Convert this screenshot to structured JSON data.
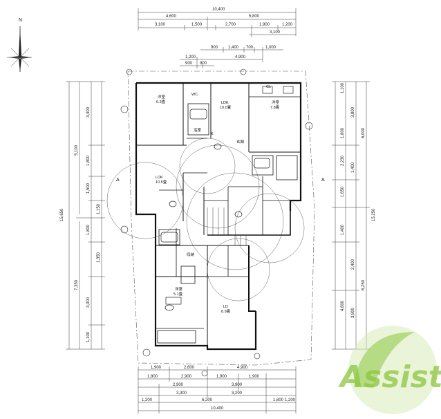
{
  "compass": {
    "label": "N"
  },
  "dimensions": {
    "top_total": "10,400",
    "top_left": "4,600",
    "top_right": "5,800",
    "top_row2": [
      "3,100",
      "1,500",
      "2,700",
      "1,900",
      "1,200"
    ],
    "top_row3": "3,100",
    "top_row4": [
      "900",
      "1,400",
      "700",
      "1,000"
    ],
    "top_row5": [
      "1,200",
      "4,900"
    ],
    "top_row6": [
      "900",
      "900"
    ],
    "bottom_total": "10,400",
    "bottom_row1": [
      "1,900",
      "2,600",
      "4,900"
    ],
    "bottom_row2": [
      "1,800",
      "2,900",
      "1,900",
      "1,900"
    ],
    "bottom_row3": [
      "2,900",
      "3,900"
    ],
    "bottom_row4": [
      "3,300",
      "3,200"
    ],
    "bottom_row5": [
      "1,200",
      "6,200",
      "1,800",
      "1,200"
    ],
    "left_total": "15,650",
    "left_upper": "5,100",
    "left_lower": "7,350",
    "left_segments": [
      "3,400",
      "1,800",
      "1,500",
      "1,800",
      "1,150",
      "1,350",
      "3,000",
      "1,100"
    ],
    "right_total": "15,250",
    "right_upper": "6,000",
    "right_lower": "6,250",
    "right_segments": [
      "1,100",
      "3,800",
      "1,800",
      "2,230",
      "1,400",
      "1,650",
      "1,400",
      "2,400",
      "4,800",
      "3,800"
    ]
  },
  "rooms": {
    "ldk_upper": "LDK",
    "ldk_upper_area": "10.0畳",
    "ldk_left": "LDK",
    "ldk_left_area": "10.5畳",
    "washitsu": "洋室",
    "washitsu_area": "7.8畳",
    "room_upper_left": "洋室",
    "room_upper_left_area": "6.3畳",
    "ld_lower": "LD",
    "ld_lower_area": "8.9畳",
    "room_lower_left": "洋室",
    "room_lower_left_area": "5.1畳",
    "bath": "浴室",
    "toilet": "WC",
    "entrance": "玄関",
    "closet": "CL",
    "storage": "収納",
    "kitchen": "K",
    "section_a": "A",
    "section_a2": "A"
  },
  "brand": {
    "logo_text": "Assist",
    "logo_color": "#8dc63f"
  }
}
